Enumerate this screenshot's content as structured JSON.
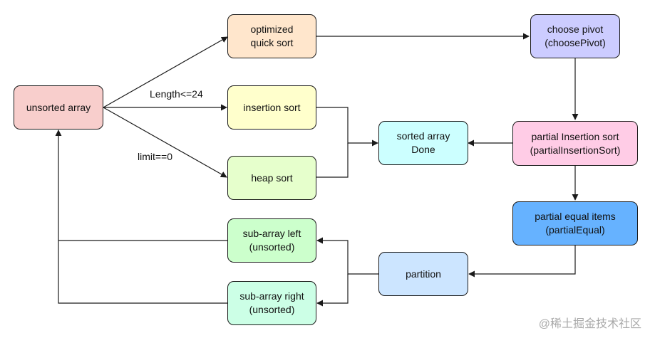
{
  "colors": {
    "stroke": "#1a1a1a",
    "unsorted": "#f8cecc",
    "optimized": "#ffe6cc",
    "insertion": "#ffffcc",
    "heap": "#e6ffcc",
    "subleft": "#ccffcc",
    "subright": "#ccffe6",
    "sorted": "#ccffff",
    "partition": "#cce5ff",
    "pivot": "#ccccff",
    "partialIns": "#ffcce6",
    "partialEq": "#66b2ff"
  },
  "nodes": {
    "unsorted": {
      "label": "unsorted array"
    },
    "optimized": {
      "label": "optimized\nquick sort"
    },
    "insertion": {
      "label": "insertion sort"
    },
    "heap": {
      "label": "heap sort"
    },
    "subleft": {
      "label": "sub-array left\n(unsorted)"
    },
    "subright": {
      "label": "sub-array right\n(unsorted)"
    },
    "sorted": {
      "label": "sorted array\nDone"
    },
    "partition": {
      "label": "partition"
    },
    "pivot": {
      "label": "choose pivot\n(choosePivot)"
    },
    "partialIns": {
      "label": "partial Insertion sort\n(partialInsertionSort)"
    },
    "partialEq": {
      "label": "partial equal items\n(partialEqual)"
    }
  },
  "edge_labels": {
    "length": "Length<=24",
    "limit": "limit==0"
  },
  "watermark": "@稀土掘金技术社区"
}
